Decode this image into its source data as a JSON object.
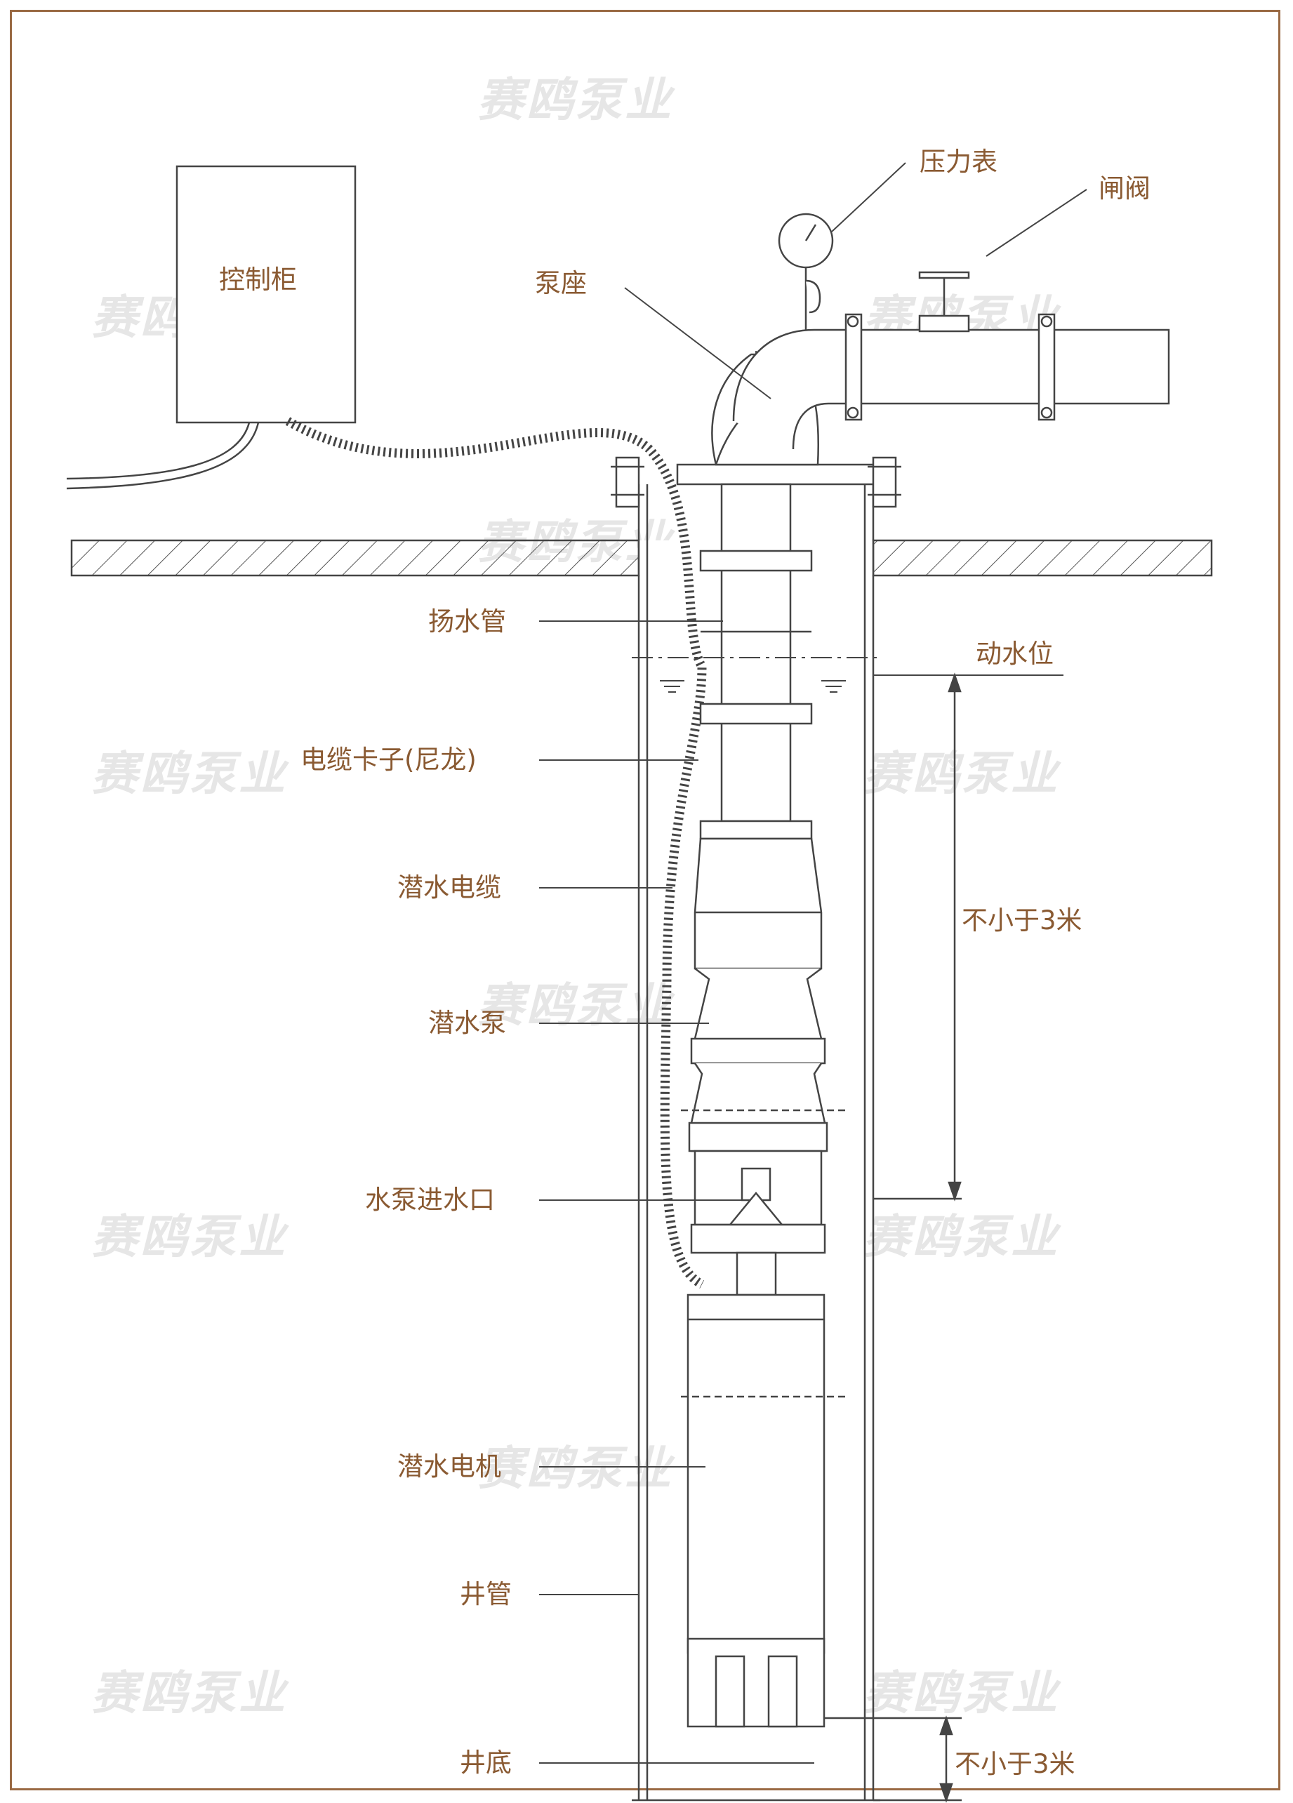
{
  "labels": {
    "pressure_gauge": "压力表",
    "gate_valve": "闸阀",
    "control_cabinet": "控制柜",
    "pump_base": "泵座",
    "riser_pipe": "扬水管",
    "dynamic_water_level": "动水位",
    "cable_clamp": "电缆卡子(尼龙)",
    "submersible_cable": "潜水电缆",
    "min_depth_upper": "不小于3米",
    "submersible_pump": "潜水泵",
    "pump_inlet": "水泵进水口",
    "submersible_motor": "潜水电机",
    "well_casing": "井管",
    "min_depth_lower": "不小于3米",
    "well_bottom": "井底"
  },
  "watermark": {
    "text": "赛鸥泵业"
  },
  "colors": {
    "label": "#8a5a32",
    "frame": "#9a6a44",
    "line": "#444444",
    "watermark": "#e6e6e6"
  }
}
